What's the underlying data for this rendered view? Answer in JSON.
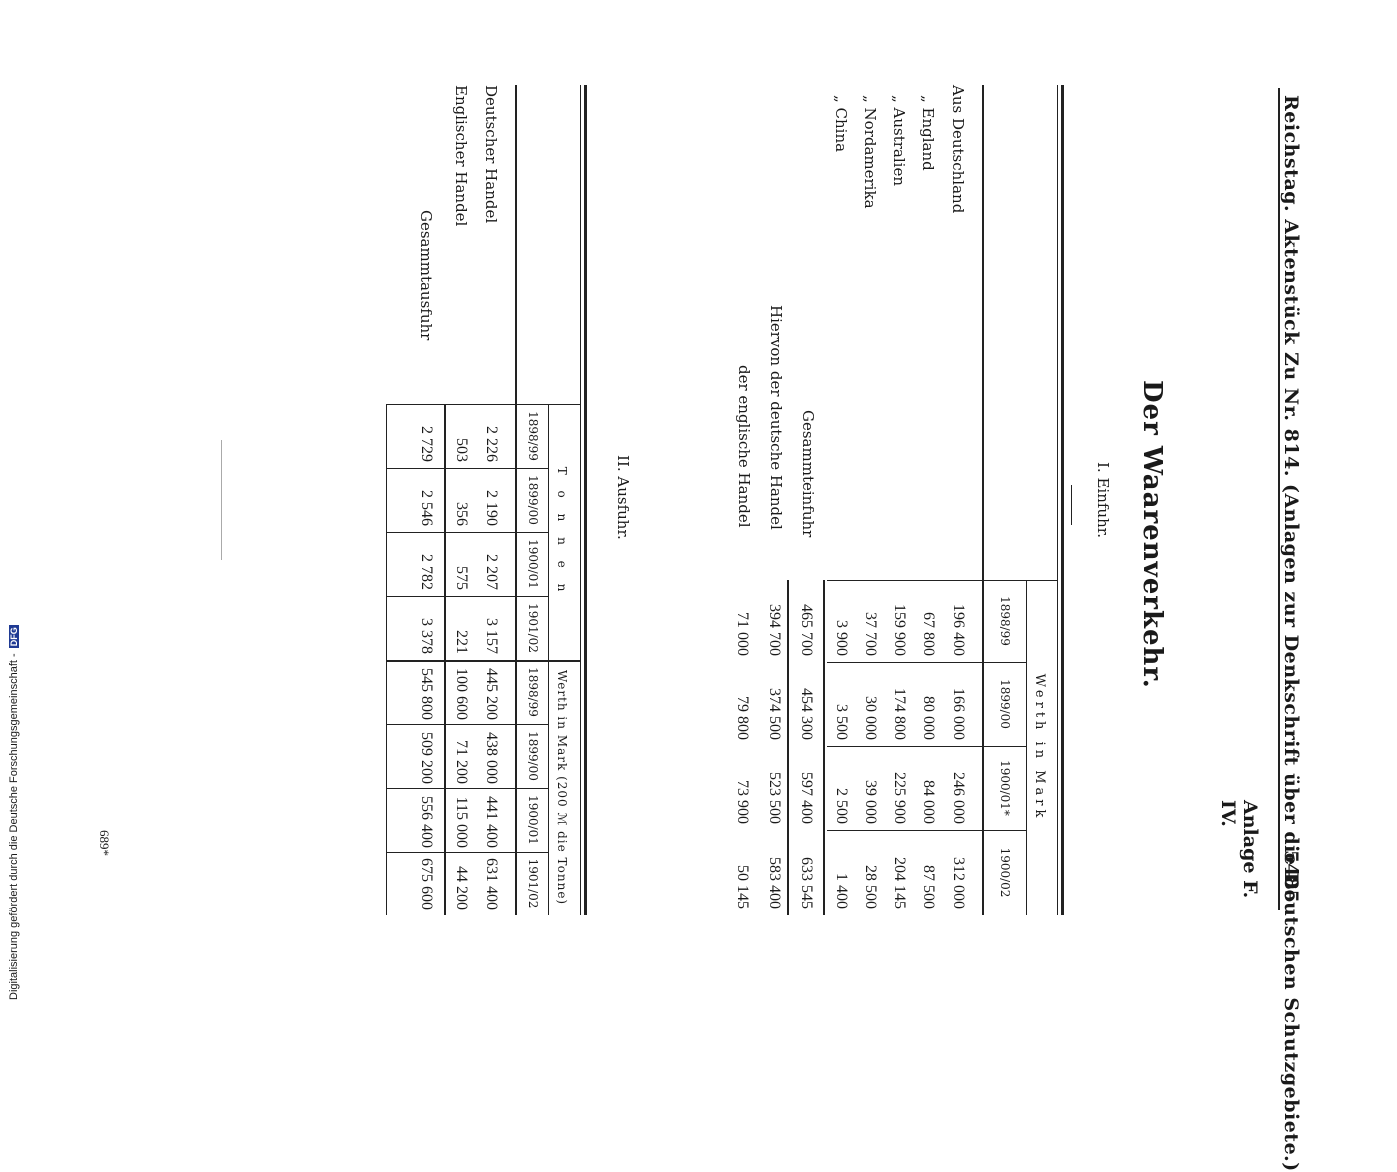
{
  "header": {
    "left": "Reichstag. Aktenstück Zu Nr. 814. (Anlagen zur Denkschrift über die Deutschen Schutzgebiete.)",
    "page_number": "5485",
    "annex": "Anlage F. IV."
  },
  "title": "Der Waarenverkehr.",
  "section1": {
    "heading": "I. Einfuhr.",
    "group_header": "Werth in Mark",
    "years": [
      "1898/99",
      "1899/00",
      "1900/01*",
      "1900/02"
    ],
    "rows": [
      {
        "label": "Aus Deutschland",
        "values": [
          "196 400",
          "166 000",
          "246 000",
          "312 000"
        ]
      },
      {
        "label": "„ England",
        "values": [
          "67 800",
          "80 000",
          "84 000",
          "87 500"
        ]
      },
      {
        "label": "„ Australien",
        "values": [
          "159 900",
          "174 800",
          "225 900",
          "204 145"
        ]
      },
      {
        "label": "„ Nordamerika",
        "values": [
          "37 700",
          "30 000",
          "39 000",
          "28 500"
        ]
      },
      {
        "label": "„ China",
        "values": [
          "3 900",
          "3 500",
          "2 500",
          "1 400"
        ]
      }
    ],
    "total": {
      "label": "Gesammteinfuhr",
      "values": [
        "465 700",
        "454 300",
        "597 400",
        "633 545"
      ]
    },
    "sub_rows": [
      {
        "label": "Hiervon der deutsche Handel",
        "values": [
          "394 700",
          "374 500",
          "523 500",
          "583 400"
        ]
      },
      {
        "label": "der englische Handel",
        "values": [
          "71 000",
          "79 800",
          "73 900",
          "50 145"
        ]
      }
    ]
  },
  "section2": {
    "heading": "II. Ausfuhr.",
    "group_tonnen": "T o n n e n",
    "group_werth": "Werth in Mark (200 ℳ die Tonne)",
    "years": [
      "1898/99",
      "1899/00",
      "1900/01",
      "1901/02",
      "1898/99",
      "1899/00",
      "1900/01",
      "1901/02"
    ],
    "rows": [
      {
        "label": "Deutscher Handel",
        "values": [
          "2 226",
          "2 190",
          "2 207",
          "3 157",
          "445 200",
          "438 000",
          "441 400",
          "631 400"
        ]
      },
      {
        "label": "Englischer Handel",
        "values": [
          "503",
          "356",
          "575",
          "221",
          "100 600",
          "71 200",
          "115 000",
          "44 200"
        ]
      }
    ],
    "total": {
      "label": "Gesammtausfuhr",
      "values": [
        "2 729",
        "2 546",
        "2 782",
        "3 378",
        "545 800",
        "509 200",
        "556 400",
        "675 600"
      ]
    }
  },
  "page_mark": "689*",
  "footer": {
    "text": "Digitalisierung gefördert durch die Deutsche Forschungsgemeinschaft -",
    "logo": "DFG"
  }
}
